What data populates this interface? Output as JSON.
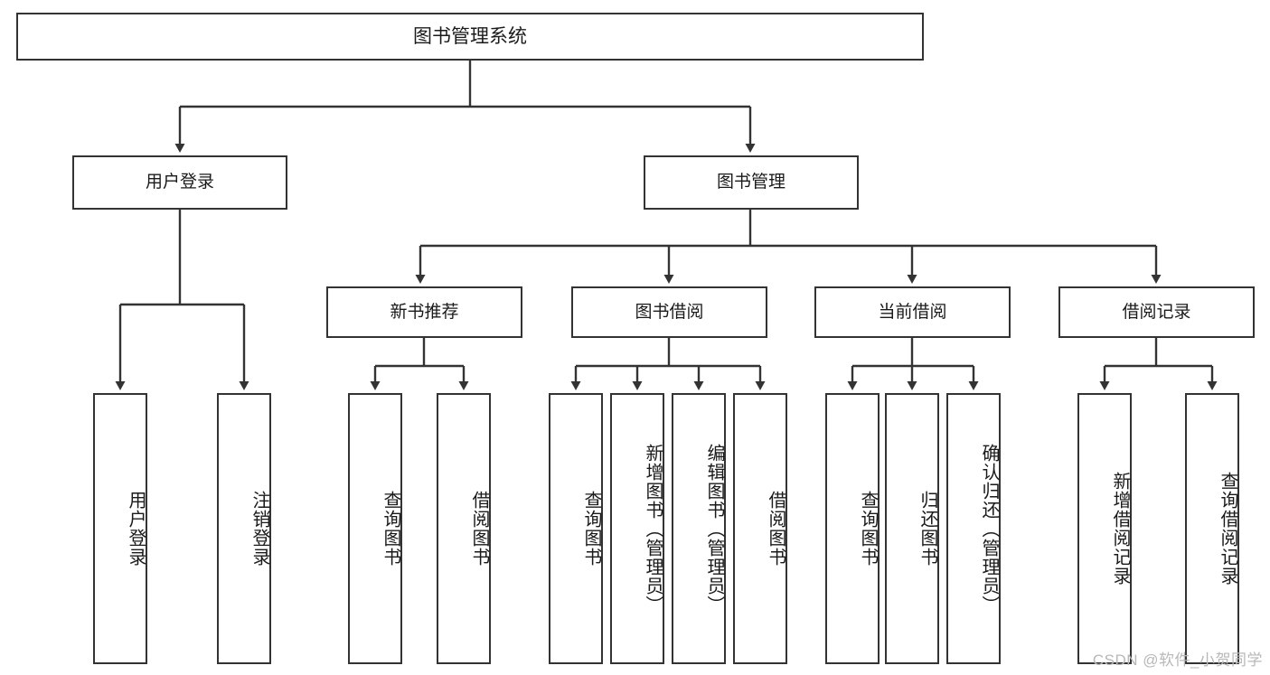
{
  "diagram": {
    "type": "tree-hierarchy",
    "title": "图书管理系统",
    "background_color": "#ffffff",
    "line_color": "#333333",
    "box_fill": "#ffffff",
    "root": {
      "label": "图书管理系统",
      "children": [
        {
          "label": "用户登录",
          "children": [
            {
              "label": "用户登录"
            },
            {
              "label": "注销登录"
            }
          ]
        },
        {
          "label": "图书管理",
          "children": [
            {
              "label": "新书推荐",
              "children": [
                {
                  "label": "查询图书"
                },
                {
                  "label": "借阅图书"
                }
              ]
            },
            {
              "label": "图书借阅",
              "children": [
                {
                  "label": "查询图书"
                },
                {
                  "label": "新增图书（管理员）"
                },
                {
                  "label": "编辑图书（管理员）"
                },
                {
                  "label": "借阅图书"
                }
              ]
            },
            {
              "label": "当前借阅",
              "children": [
                {
                  "label": "查询图书"
                },
                {
                  "label": "归还图书"
                },
                {
                  "label": "确认归还（管理员）"
                }
              ]
            },
            {
              "label": "借阅记录",
              "children": [
                {
                  "label": "新增借阅记录"
                },
                {
                  "label": "查询借阅记录"
                }
              ]
            }
          ]
        }
      ]
    }
  },
  "nodes": {
    "root": "图书管理系统",
    "user_login": "用户登录",
    "book_manage": "图书管理",
    "new_book_rec": "新书推荐",
    "book_borrow": "图书借阅",
    "current_borrow": "当前借阅",
    "borrow_record": "借阅记录",
    "leaf_user_login": "用户登录",
    "leaf_user_logout": "注销登录",
    "leaf_query_book_a": "查询图书",
    "leaf_borrow_book_a": "借阅图书",
    "leaf_query_book_b": "查询图书",
    "leaf_add_book": "新增图书（管理员）",
    "leaf_edit_book": "编辑图书（管理员）",
    "leaf_borrow_book_b": "借阅图书",
    "leaf_query_book_c": "查询图书",
    "leaf_return_book": "归还图书",
    "leaf_confirm_return": "确认归还（管理员）",
    "leaf_add_record": "新增借阅记录",
    "leaf_query_record": "查询借阅记录"
  },
  "watermark": {
    "text": "CSDN @软件_小贺同学"
  }
}
